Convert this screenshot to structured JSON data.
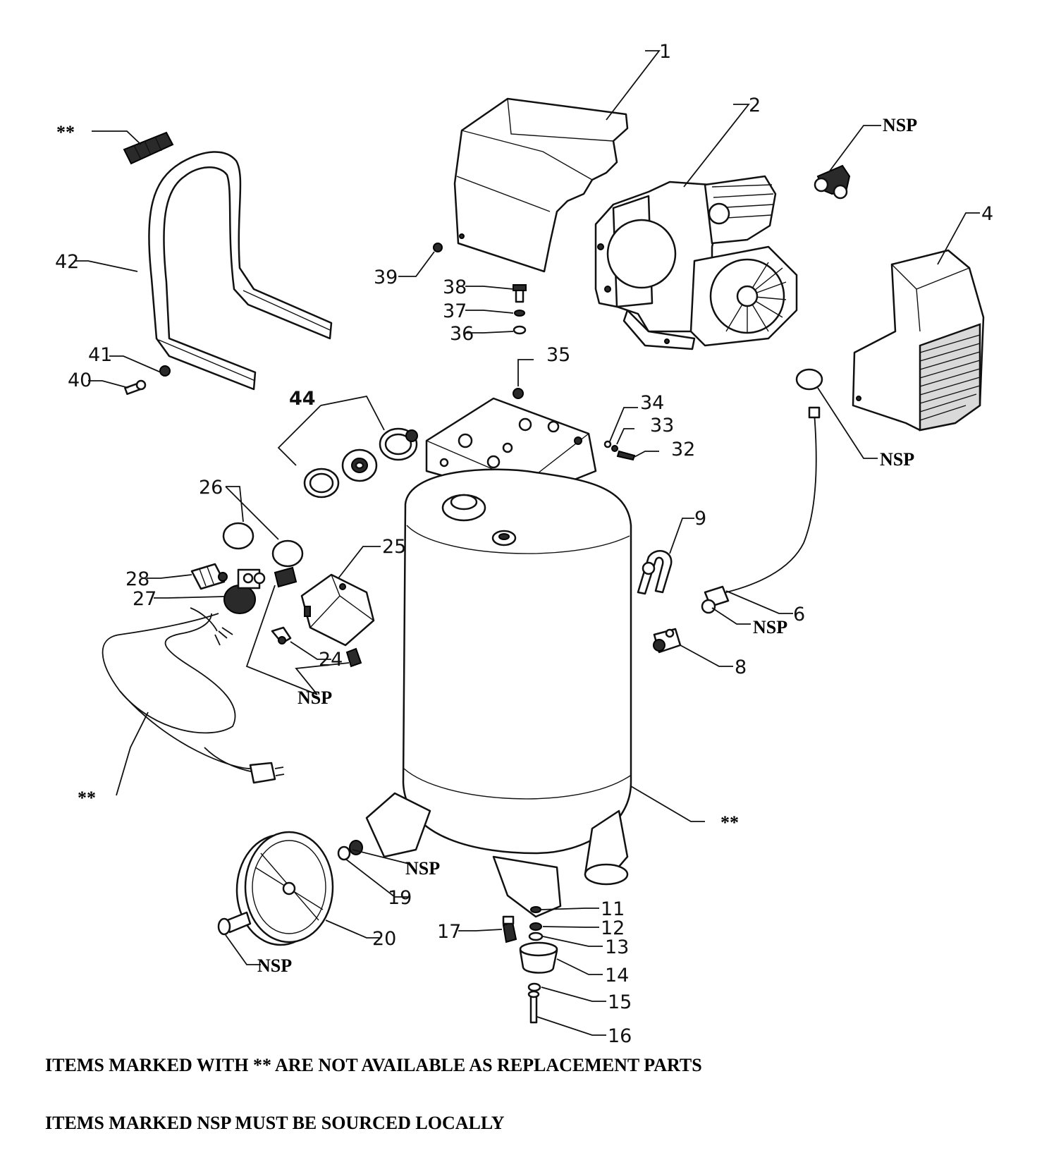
{
  "callouts": {
    "c1": "1",
    "c2": "2",
    "c4": "4",
    "c6": "6",
    "c8": "8",
    "c9": "9",
    "c11": "11",
    "c12": "12",
    "c13": "13",
    "c14": "14",
    "c15": "15",
    "c16": "16",
    "c17": "17",
    "c19": "19",
    "c20": "20",
    "c24": "24",
    "c25": "25",
    "c26": "26",
    "c27": "27",
    "c28": "28",
    "c32": "32",
    "c33": "33",
    "c34": "34",
    "c35": "35",
    "c36": "36",
    "c37": "37",
    "c38": "38",
    "c39": "39",
    "c40": "40",
    "c41": "41",
    "c42": "42",
    "c44": "44"
  },
  "tags": {
    "nsp": "NSP",
    "not_available": "**"
  },
  "footer": {
    "note1": "ITEMS MARKED WITH ** ARE NOT AVAILABLE AS REPLACEMENT PARTS",
    "note2": "ITEMS MARKED  NSP  MUST BE SOURCED LOCALLY"
  }
}
